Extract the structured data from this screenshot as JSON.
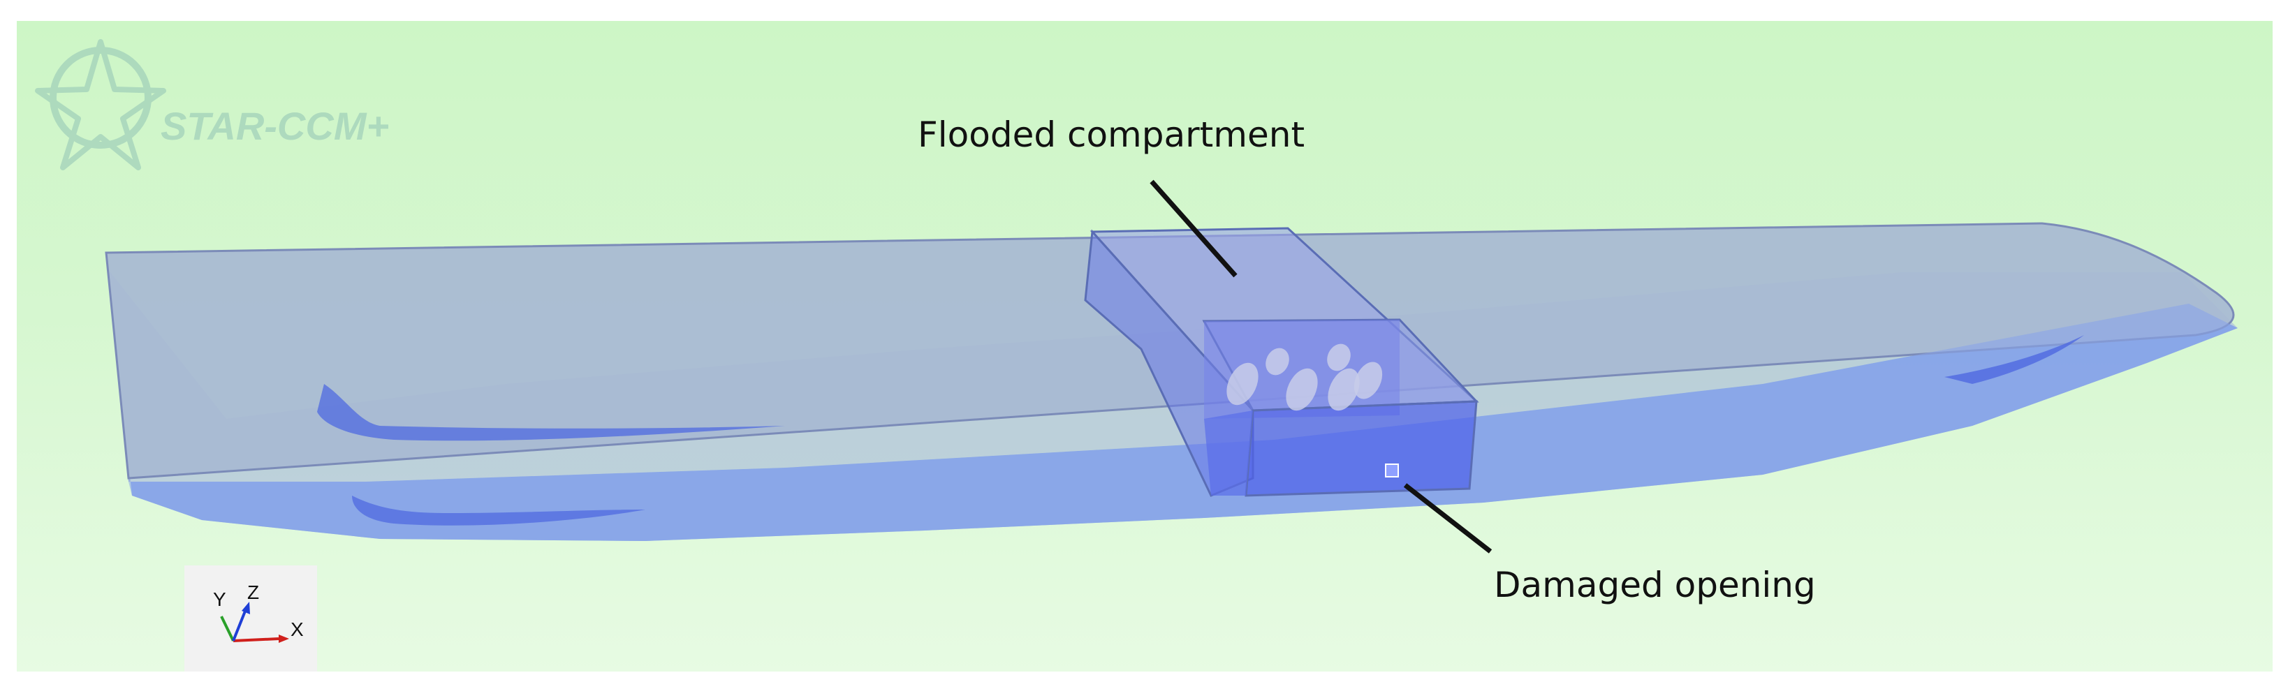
{
  "viewer": {
    "product": "STAR-CCM+"
  },
  "annotations": {
    "flooded": "Flooded compartment",
    "damaged": "Damaged opening"
  },
  "triad": {
    "y": "Y",
    "z": "Z",
    "x": "X"
  },
  "colors": {
    "background_top": "#cdf6c6",
    "background_bottom": "#e7fbe3",
    "hull_fill": "#7f9ee8",
    "deck_fill": "#a8b9d6",
    "compartment_fill": "#6f7fee",
    "logo": "#a8d6bc"
  }
}
